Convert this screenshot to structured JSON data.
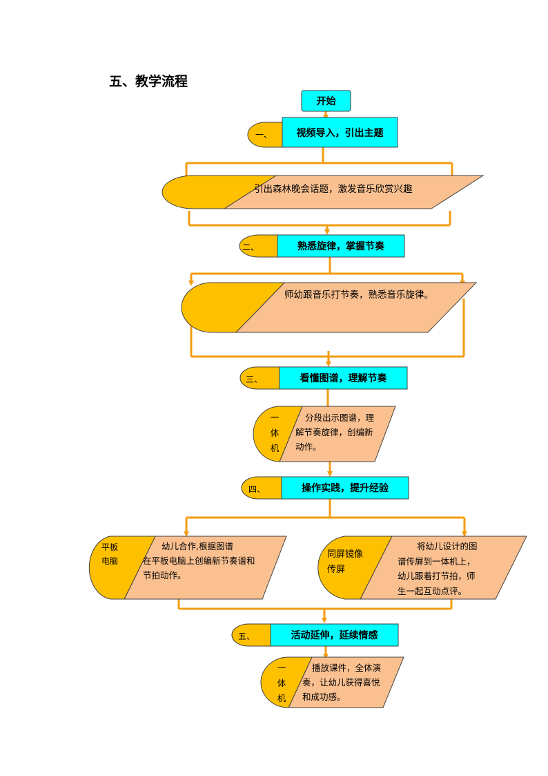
{
  "heading": "五、教学流程",
  "start": "开始",
  "steps": [
    {
      "num": "一、",
      "title": "视频导入，引出主题"
    },
    {
      "num": "二、",
      "title": "熟悉旋律，掌握节奏"
    },
    {
      "num": "三、",
      "title": "看懂图谱，理解节奏"
    },
    {
      "num": "四、",
      "title": "操作实践，提升经验"
    },
    {
      "num": "五、",
      "title": "活动延伸，延续情感"
    }
  ],
  "activities": {
    "a1": {
      "text": "引出森林晚会话题，激发音乐欣赏兴趣"
    },
    "a2": {
      "text": "师幼跟音乐打节奏，熟悉音乐旋律。"
    },
    "a3": {
      "tool": [
        "一",
        "体",
        "机"
      ],
      "lines": [
        "分段出示图谱，理",
        "解节奏旋律，创编新",
        "动作。"
      ]
    },
    "a4_left": {
      "tool": [
        "平板",
        "电脑"
      ],
      "lines": [
        "幼儿合作,根据图谱",
        "在平板电脑上创编新节奏谱和",
        "节拍动作。"
      ]
    },
    "a4_right": {
      "tool": [
        "同屏镜像",
        "传屏"
      ],
      "lines": [
        "将幼儿设计的图",
        "谱传屏到一体机上，",
        "幼儿跟着打节拍，师",
        "生一起互动点评。"
      ]
    },
    "a5": {
      "tool": [
        "一",
        "体",
        "机"
      ],
      "lines": [
        "播放课件，全体演",
        "奏，让幼儿获得喜悦",
        "和成功感。"
      ]
    }
  },
  "colors": {
    "cyan": "#00FFFF",
    "gold": "#FFC000",
    "peach": "#FAC090",
    "arrow": "#F39C12",
    "border": "#404040"
  }
}
